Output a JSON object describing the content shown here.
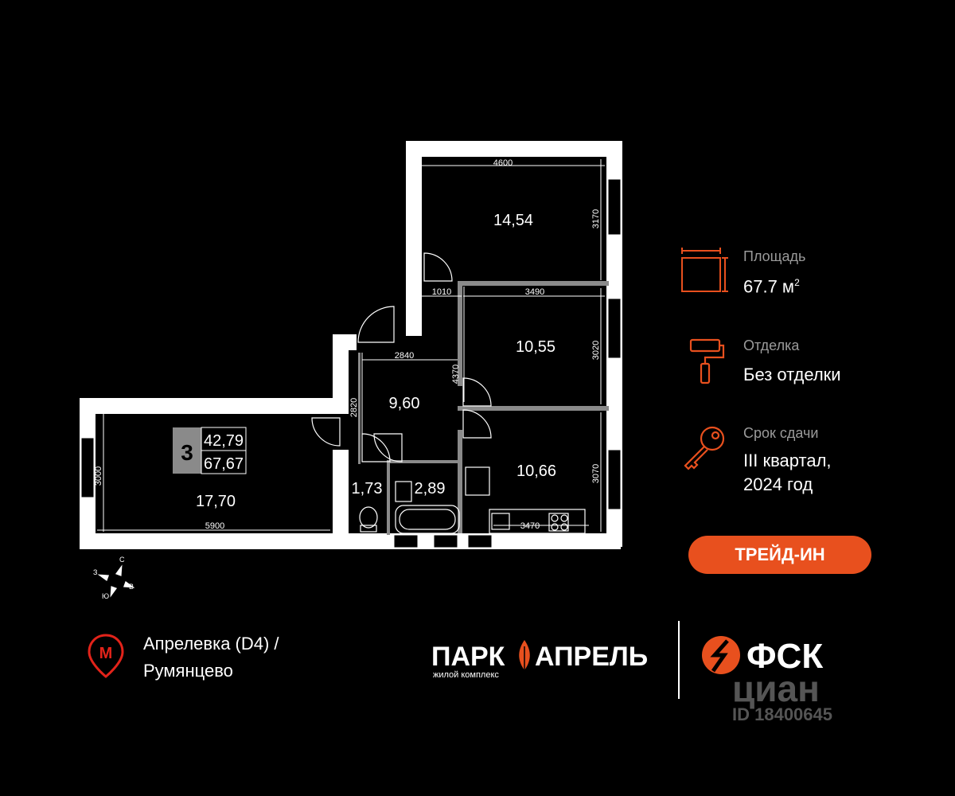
{
  "plan": {
    "rooms": [
      {
        "id": "room-14-54",
        "area": "14,54"
      },
      {
        "id": "room-10-55",
        "area": "10,55"
      },
      {
        "id": "room-9-60",
        "area": "9,60"
      },
      {
        "id": "room-10-66",
        "area": "10,66"
      },
      {
        "id": "room-17-70",
        "area": "17,70"
      },
      {
        "id": "room-1-73",
        "area": "1,73"
      },
      {
        "id": "room-2-89",
        "area": "2,89"
      }
    ],
    "dimensions": {
      "d4600": "4600",
      "d3170": "3170",
      "d1010": "1010",
      "d3490": "3490",
      "d3020": "3020",
      "d2840": "2840",
      "d4370": "4370",
      "d2820": "2820",
      "d3000": "3000",
      "d5900": "5900",
      "d3070": "3070",
      "d3470": "3470"
    },
    "badge": {
      "rooms": "3",
      "living_area": "42,79",
      "total_area": "67,67"
    },
    "compass": {
      "north": "С",
      "west": "З",
      "east": "В",
      "south": "Ю"
    }
  },
  "info": {
    "area_label": "Площадь",
    "area_value": "67.7 м",
    "area_sup": "2",
    "finish_label": "Отделка",
    "finish_value": "Без отделки",
    "deadline_label": "Срок сдачи",
    "deadline_line1": "III квартал,",
    "deadline_line2": "2024 год",
    "trade_in": "ТРЕЙД-ИН",
    "accent_color": "#e8501e"
  },
  "metro": {
    "line1": "Апрелевка (D4)  /",
    "line2": "Румянцево",
    "icon": "metro-pin-icon",
    "icon_letter": "М"
  },
  "brands": {
    "park_name_left": "ПАРК",
    "park_name_right": "АПРЕЛЬ",
    "park_sub": "жилой комплекс",
    "developer": "ФСК",
    "watermark": "циан",
    "watermark_id": "ID 18400645"
  }
}
